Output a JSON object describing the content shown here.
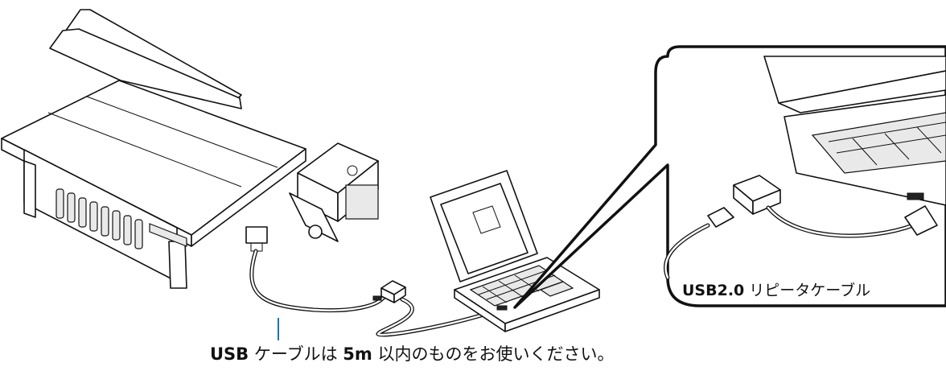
{
  "captions": {
    "bottom": {
      "prefix": "USB",
      "middle": " ケーブルは ",
      "bold": "5m",
      "suffix": " 以内のものをお使いください。"
    },
    "callout": {
      "bold": "USB2.0",
      "rest": " リピータケーブル"
    }
  },
  "colors": {
    "line": "#111111",
    "pointer": "#1e73be",
    "background": "#ffffff"
  }
}
